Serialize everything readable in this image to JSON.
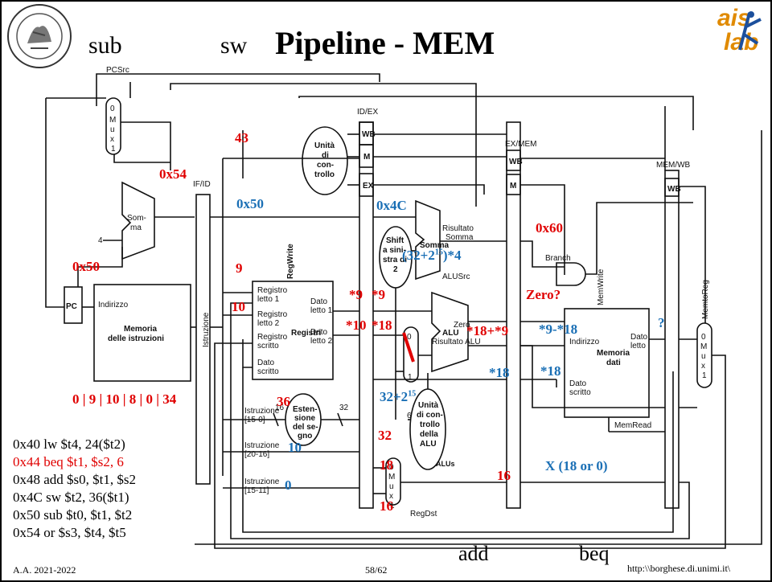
{
  "header": {
    "stage_sub": "sub",
    "stage_sw": "sw",
    "title": "Pipeline - MEM",
    "logo_text_top": "ais",
    "logo_text_bottom": "lab"
  },
  "bottom_stages": {
    "add": "add",
    "beq": "beq"
  },
  "footer": {
    "year": "A.A. 2021-2022",
    "page": "58/62",
    "url": "http:\\\\borghese.di.unimi.it\\"
  },
  "code": [
    {
      "text": "0x40 lw  $t4, 24($t2)",
      "color": "#000000"
    },
    {
      "text": "0x44 beq $t1, $s2, 6",
      "color": "#e00000"
    },
    {
      "text": "0x48 add $s0, $t1, $s2",
      "color": "#000000"
    },
    {
      "text": "0x4C sw $t2, 36($t1)",
      "color": "#000000"
    },
    {
      "text": "0x50 sub $t0, $t1, $t2",
      "color": "#000000"
    },
    {
      "text": "0x54 or $s3, $t4, $t5",
      "color": "#000000"
    }
  ],
  "annotations_red": {
    "a43": "43",
    "a0x54": "0x54",
    "a0x50": "0x50",
    "a9": "9",
    "a10": "10",
    "a9star1": "*9",
    "a9star2": "*9",
    "a10star": "*10",
    "a18star": "*18",
    "alu_res": "*18+*9",
    "zero": "Zero?",
    "fields": "0 | 9 | 10 | 8 | 0 | 34",
    "a36": "36",
    "a32": "32",
    "a18": "18",
    "a16a": "16",
    "a16b": "16",
    "a0x60": "0x60"
  },
  "annotations_blue": {
    "b0x50": "0x50",
    "b0x4C": "0x4C",
    "shift": "(32+2",
    "shift_exp": "15",
    "shift_tail": ")*4",
    "b9m18": "*9-*18",
    "b18a": "*18",
    "b18b": "*18",
    "b32": "32+2",
    "b32exp": "15",
    "b10": "10",
    "b0": "0",
    "xsel": "X (18 or 0)",
    "q": "?"
  },
  "circuit": {
    "pcsrc": "PCSrc",
    "mux": [
      "0",
      "M",
      "u",
      "x",
      "1"
    ],
    "somma": "Som-",
    "somma2": "ma",
    "four": "4",
    "pc": "PC",
    "indirizzo": "Indirizzo",
    "memoria_istr": "Memoria",
    "memoria_istr2": "delle istruzioni",
    "ifid": "IF/ID",
    "idex": "ID/EX",
    "exmem": "EX/MEM",
    "memwb": "MEM/WB",
    "wb": "WB",
    "m": "M",
    "ex": "EX",
    "unita": "Unità",
    "unita2": "di",
    "unita3": "con-",
    "unita4": "trollo",
    "istruzione": "Istruzione",
    "regwrite": "RegWrite",
    "reg1": "Registro",
    "reg1b": "letto 1",
    "reg2": "Registro",
    "reg2b": "letto 2",
    "reg3": "Registro",
    "reg3b": "scritto",
    "dato": "Dato",
    "datob": "scritto",
    "registri": "Registri",
    "dl1": "Dato",
    "dl1b": "letto 1",
    "dl2": "Dato",
    "dl2b": "letto 2",
    "shift1": "Shift",
    "shift2": "a sini-",
    "shift3": "stra di",
    "shift4": "2",
    "ris": "Risultato",
    "ris2": "Somma",
    "sommaadd": "Somma",
    "alusrc": "ALUSrc",
    "alu": "ALU",
    "zeroL": "Zero",
    "risalu": "Risultato ALU",
    "branch": "Branch",
    "memwrite": "MemWrite",
    "memread": "MemRead",
    "mem_ind": "Indirizzo",
    "mem": "Memoria",
    "mem2": "dati",
    "mem_dl": "Dato",
    "mem_dl2": "letto",
    "mem_ds": "Dato",
    "mem_ds2": "scritto",
    "memtoreg": "MemtoReg",
    "i150": "Istruzione",
    "i150b": "[15-0]",
    "i2016": "Istruzione",
    "i2016b": "[20-16]",
    "i1511": "Istruzione",
    "i1511b": "[15-11]",
    "est": "Esten-",
    "est2": "sione",
    "est3": "del se-",
    "est4": "gno",
    "n16": "16",
    "n32": "32",
    "n6": "6",
    "uc": "Unità",
    "uc2": "di con-",
    "uc3": "trollo",
    "uc4": "della",
    "uc5": "ALU",
    "alus": "ALUs",
    "regdst": "RegDst"
  }
}
